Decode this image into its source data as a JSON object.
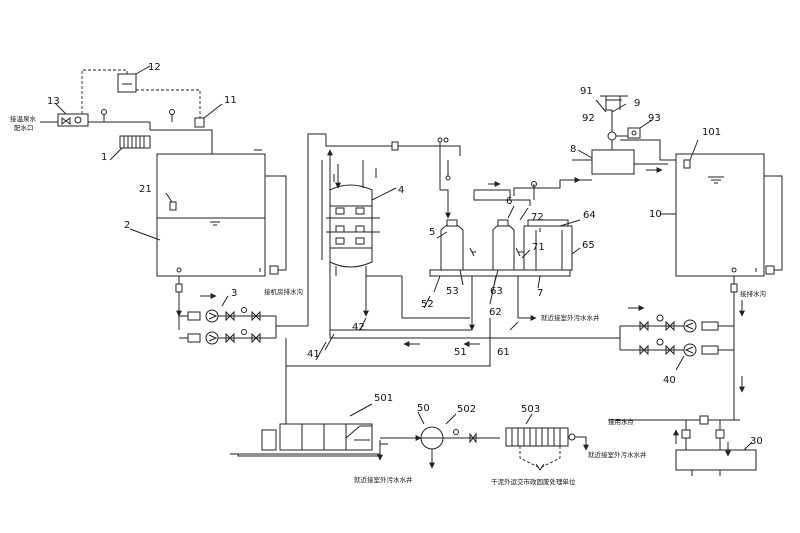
{
  "labels": {
    "n1": "1",
    "n2": "2",
    "n3": "3",
    "n4": "4",
    "n5": "5",
    "n6": "6",
    "n7": "7",
    "n8": "8",
    "n9": "9",
    "n10": "10",
    "n11": "11",
    "n12": "12",
    "n13": "13",
    "n21": "21",
    "n30": "30",
    "n40": "40",
    "n41": "41",
    "n42": "42",
    "n50": "50",
    "n51": "51",
    "n52": "52",
    "n53": "53",
    "n61": "61",
    "n62": "62",
    "n63": "63",
    "n64": "64",
    "n65": "65",
    "n71": "71",
    "n72": "72",
    "n91": "91",
    "n92": "92",
    "n93": "93",
    "n101": "101",
    "n501": "501",
    "n502": "502",
    "n503": "503"
  },
  "notes": {
    "inlet_a": "接温泉水",
    "inlet_b": "配水口",
    "drain_machine": "接机房排水沟",
    "drain_right": "接排水沟",
    "sewer_mid": "就近接室外污水水井",
    "sewer_bottom": "就近接室外污水水井",
    "sewer_right": "就近接室外污水水井",
    "water_point": "接用水点",
    "sludge": "干泥外运交市政固废处理单位"
  }
}
